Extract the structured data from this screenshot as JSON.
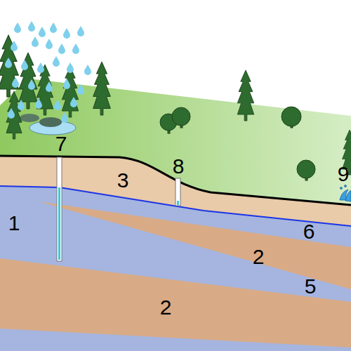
{
  "diagram": {
    "labels": [
      "7",
      "8",
      "3",
      "9",
      "1",
      "6",
      "2",
      "5",
      "2"
    ]
  }
}
